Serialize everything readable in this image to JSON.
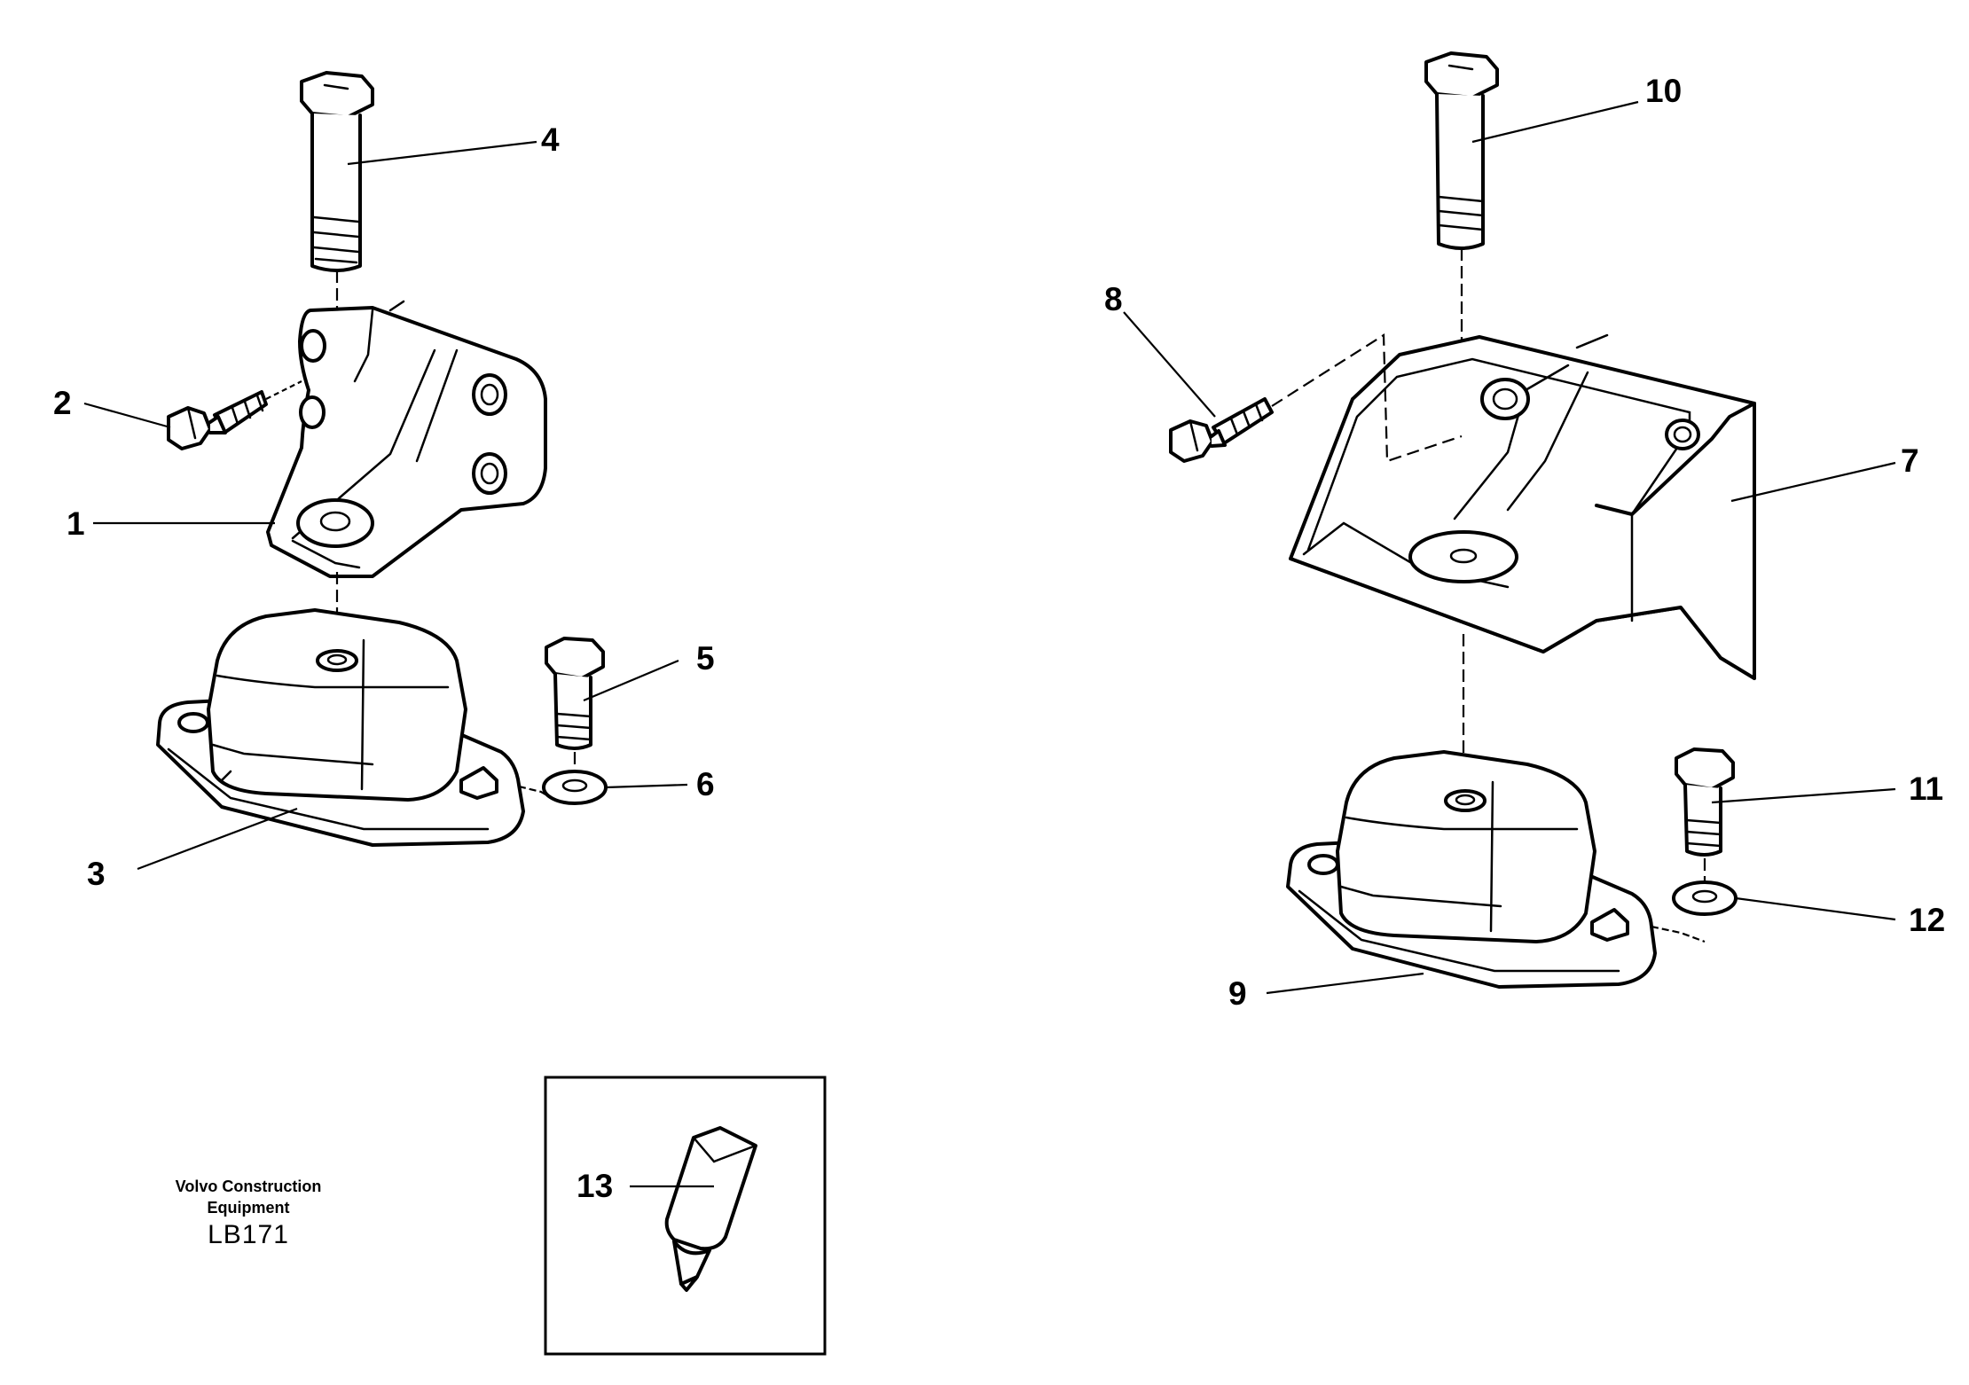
{
  "callouts": {
    "c1": "1",
    "c2": "2",
    "c3": "3",
    "c4": "4",
    "c5": "5",
    "c6": "6",
    "c7": "7",
    "c8": "8",
    "c9": "9",
    "c10": "10",
    "c11": "11",
    "c12": "12",
    "c13": "13"
  },
  "credit": {
    "line1": "Volvo Construction",
    "line2": "Equipment",
    "code": "LB171"
  },
  "icons": {
    "bolt": "hex-bolt-icon",
    "washer": "washer-icon",
    "mount": "rubber-mount-icon",
    "bracket": "engine-bracket-icon",
    "tube": "sealant-tube-icon"
  }
}
